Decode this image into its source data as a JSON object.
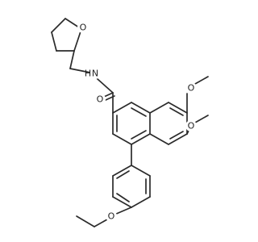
{
  "molecule": {
    "atoms": {
      "o_thf": "O",
      "n_amide": "N",
      "h_amide": "H",
      "o_carbonyl": "O",
      "o_methoxy_top": "O",
      "o_methoxy_bottom": "O",
      "o_ethoxy": "O"
    }
  },
  "colors": {
    "bond": "#2b2b2b",
    "label": "#222222",
    "background": "#ffffff"
  }
}
